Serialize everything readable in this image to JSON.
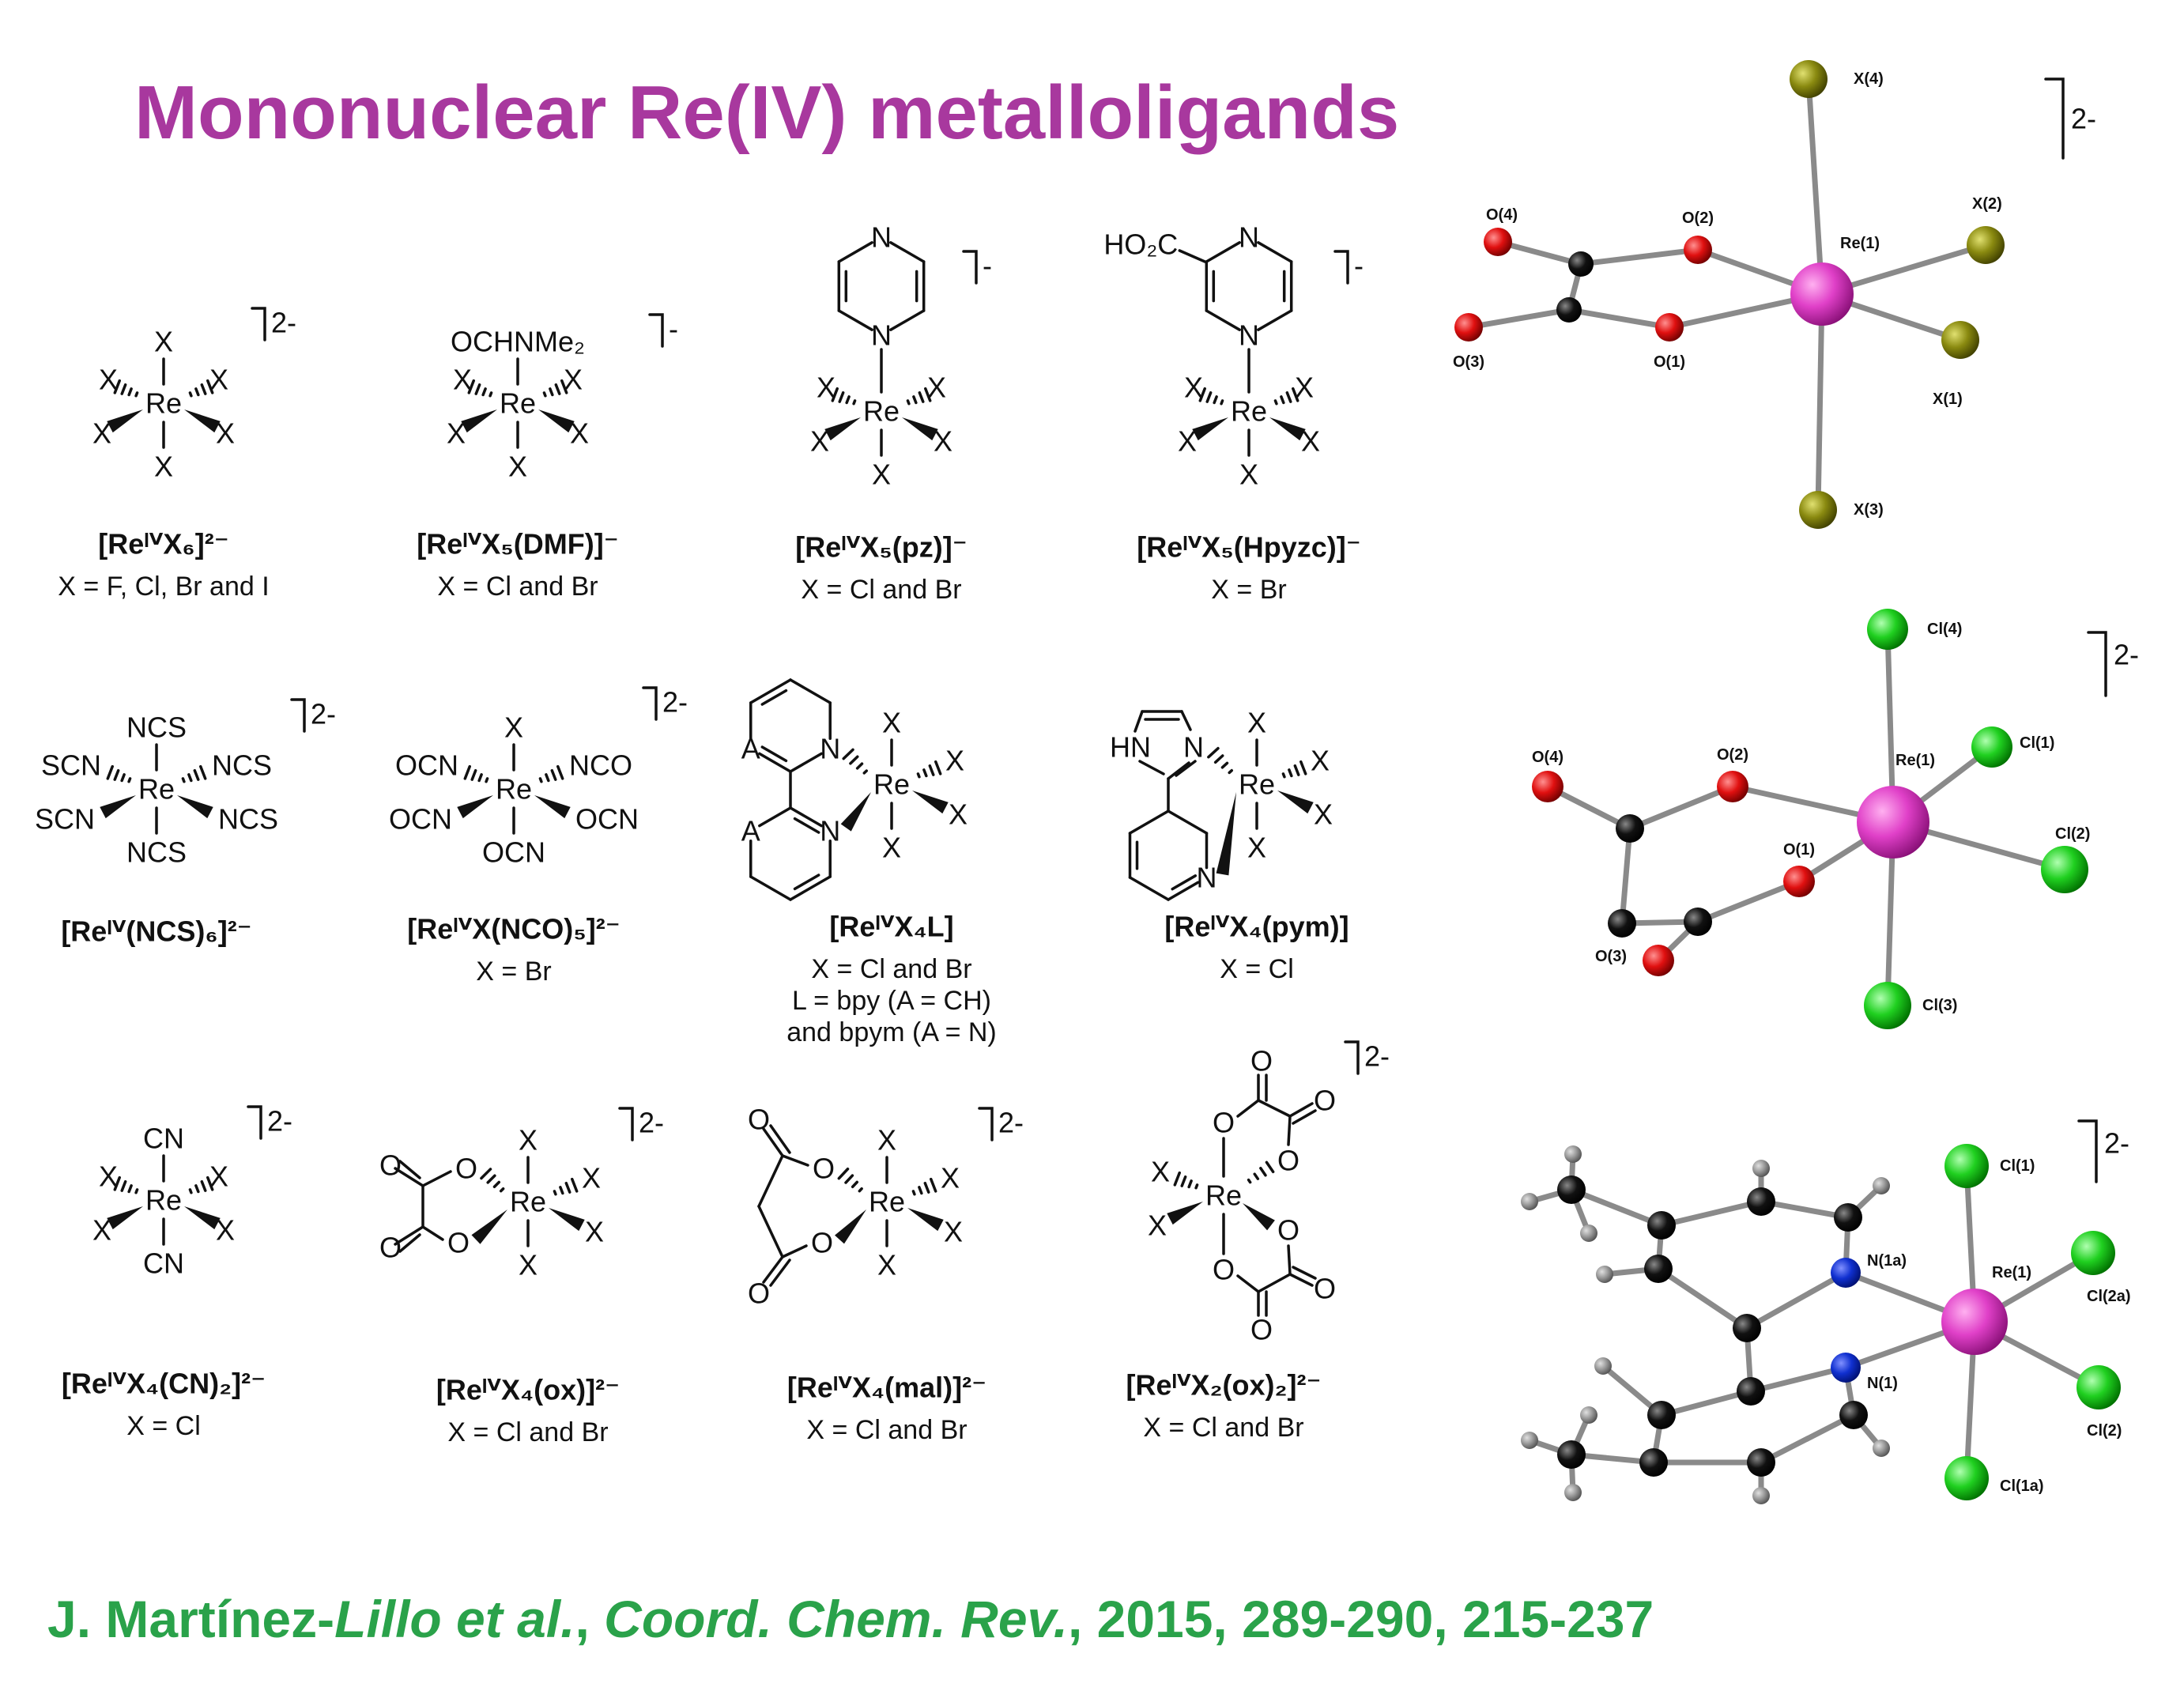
{
  "title": "Mononuclear Re(IV) metalloligands",
  "citation": {
    "author_plain": "J. Martínez-",
    "author_italic": "Lillo et al.",
    "sep": ", ",
    "journal": "Coord. Chem. Rev.",
    "details": ", 2015, 289-290, 215-237"
  },
  "atoms": {
    "re": "Re",
    "x": "X",
    "ncs": "NCS",
    "scn": "SCN",
    "nco": "NCO",
    "ocn": "OCN",
    "cn": "CN",
    "o": "O",
    "n": "N",
    "a": "A",
    "hn": "HN",
    "ho2c": "HO₂C",
    "ochnme2": "OCHNMe₂"
  },
  "charges": {
    "dianion": "2-",
    "monoanion": "-"
  },
  "complexes": [
    {
      "name": "[ReᴵⱽX₆]²⁻",
      "conditions": [
        "X = F, Cl, Br and I"
      ]
    },
    {
      "name": "[ReᴵⱽX₅(DMF)]⁻",
      "conditions": [
        "X = Cl and Br"
      ]
    },
    {
      "name": "[ReᴵⱽX₅(pz)]⁻",
      "conditions": [
        "X = Cl and Br"
      ]
    },
    {
      "name": "[ReᴵⱽX₅(Hpyzc)]⁻",
      "conditions": [
        "X = Br"
      ]
    },
    {
      "name": "[Reᴵⱽ(NCS)₆]²⁻",
      "conditions": []
    },
    {
      "name": "[ReᴵⱽX(NCO)₅]²⁻",
      "conditions": [
        "X = Br"
      ]
    },
    {
      "name": "[ReᴵⱽX₄L]",
      "conditions": [
        "X = Cl and Br",
        "L = bpy (A = CH)",
        "and bpym (A = N)"
      ]
    },
    {
      "name": "[ReᴵⱽX₄(pym)]",
      "conditions": [
        "X = Cl"
      ]
    },
    {
      "name": "[ReᴵⱽX₄(CN)₂]²⁻",
      "conditions": [
        "X = Cl"
      ]
    },
    {
      "name": "[ReᴵⱽX₄(ox)]²⁻",
      "conditions": [
        "X = Cl and Br"
      ]
    },
    {
      "name": "[ReᴵⱽX₄(mal)]²⁻",
      "conditions": [
        "X = Cl and Br"
      ]
    },
    {
      "name": "[ReᴵⱽX₂(ox)₂]²⁻",
      "conditions": [
        "X = Cl and Br"
      ]
    }
  ],
  "crystal_labels": {
    "s1": [
      "X(4)",
      "Re(1)",
      "X(2)",
      "X(1)",
      "X(3)",
      "O(4)",
      "O(2)",
      "O(3)",
      "O(1)"
    ],
    "s2": [
      "Cl(4)",
      "Re(1)",
      "Cl(1)",
      "Cl(2)",
      "Cl(3)",
      "O(4)",
      "O(2)",
      "O(1)",
      "O(3)"
    ],
    "s3": [
      "Cl(1)",
      "Re(1)",
      "Cl(2a)",
      "Cl(2)",
      "Cl(1a)",
      "N(1a)",
      "N(1)"
    ]
  },
  "colors": {
    "title": "#a8389e",
    "citation": "#2aa24a",
    "rhenium": "#e040c8",
    "oxygen": "#e01010",
    "halide_x": "#8a8a10",
    "chlorine": "#20d020",
    "carbon": "#111111",
    "nitrogen": "#1030d0",
    "hydrogen": "#9a9a9a"
  }
}
